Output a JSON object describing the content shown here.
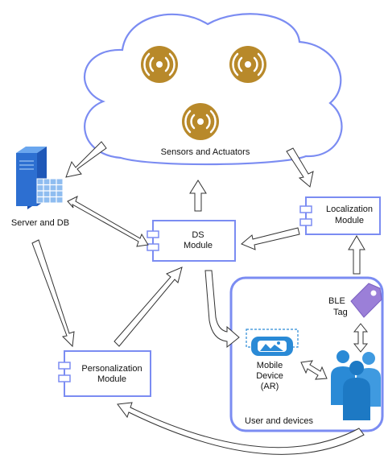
{
  "cloud": {
    "label": "Sensors and Actuators"
  },
  "server": {
    "label": "Server and DB"
  },
  "ds_module": {
    "line1": "DS",
    "line2": "Module"
  },
  "localization_module": {
    "line1": "Localization",
    "line2": "Module"
  },
  "personalization_module": {
    "line1": "Personalization",
    "line2": "Module"
  },
  "devices_group": {
    "label": "User and devices"
  },
  "mobile_device": {
    "line1": "Mobile",
    "line2": "Device",
    "line3": "(AR)"
  },
  "ble_tag": {
    "line1": "BLE",
    "line2": "Tag"
  },
  "icons": {
    "sensor": "broadcast-signal-icon",
    "server": "server-database-icon",
    "component": "uml-component-icon",
    "vr_headset": "vr-headset-icon",
    "tag": "tag-icon",
    "users": "user-group-icon"
  },
  "colors": {
    "accent_border": "#7b8cf2",
    "sensor_gold": "#b8892a",
    "tag_purple": "#9b7fd8",
    "users_blue": "#2a8ad6",
    "server_blue": "#2d6fd1",
    "arrow_stroke": "#333333"
  }
}
